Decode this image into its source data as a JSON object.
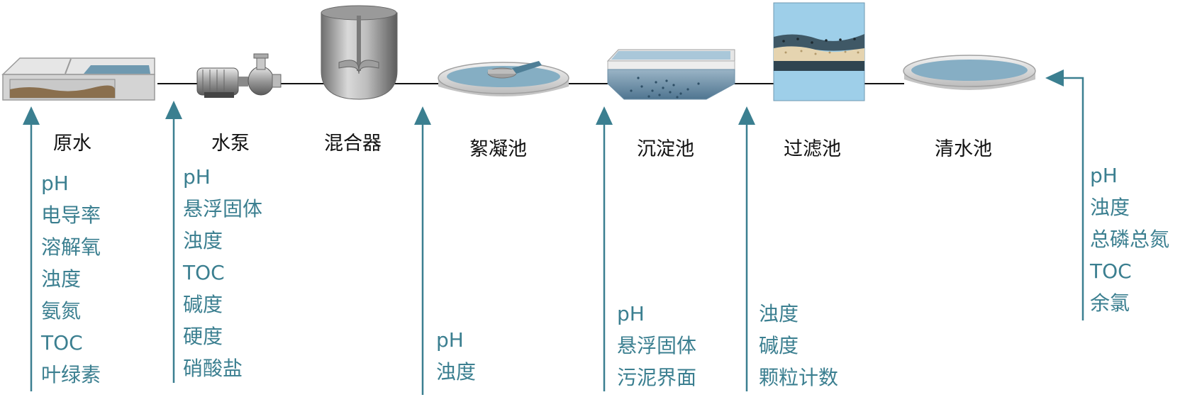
{
  "colors": {
    "arrow": "#3b7f90",
    "parameter_text": "#3b7f90",
    "stage_text": "#111111",
    "pipe": "#111111",
    "water": "#7fa6b8",
    "filter_water": "#9ecfe9"
  },
  "process": {
    "stages": [
      {
        "id": "raw-water",
        "label": "原水",
        "icon": "raw-water-tank-icon"
      },
      {
        "id": "pump",
        "label": "水泵",
        "icon": "pump-icon"
      },
      {
        "id": "mixer",
        "label": "混合器",
        "icon": "mixer-tank-icon"
      },
      {
        "id": "flocculation",
        "label": "絮凝池",
        "icon": "flocculation-basin-icon"
      },
      {
        "id": "sedimentation",
        "label": "沉淀池",
        "icon": "sedimentation-basin-icon"
      },
      {
        "id": "filtration",
        "label": "过滤池",
        "icon": "filter-bed-icon"
      },
      {
        "id": "clear-water",
        "label": "清水池",
        "icon": "clear-water-basin-icon"
      }
    ]
  },
  "monitoring_points": [
    {
      "id": "raw-water",
      "params": [
        "pH",
        "电导率",
        "溶解氧",
        "浊度",
        "氨氮",
        "TOC",
        "叶绿素"
      ]
    },
    {
      "id": "pump",
      "params": [
        "pH",
        "悬浮固体",
        "浊度",
        "TOC",
        "碱度",
        "硬度",
        "硝酸盐"
      ]
    },
    {
      "id": "flocculation",
      "params": [
        "pH",
        "浊度"
      ]
    },
    {
      "id": "sedimentation",
      "params": [
        "pH",
        "悬浮固体",
        "污泥界面"
      ]
    },
    {
      "id": "filtration",
      "params": [
        "浊度",
        "碱度",
        "颗粒计数"
      ]
    },
    {
      "id": "clear-water",
      "params": [
        "pH",
        "浊度",
        "总磷总氮",
        "TOC",
        "余氯"
      ]
    }
  ]
}
